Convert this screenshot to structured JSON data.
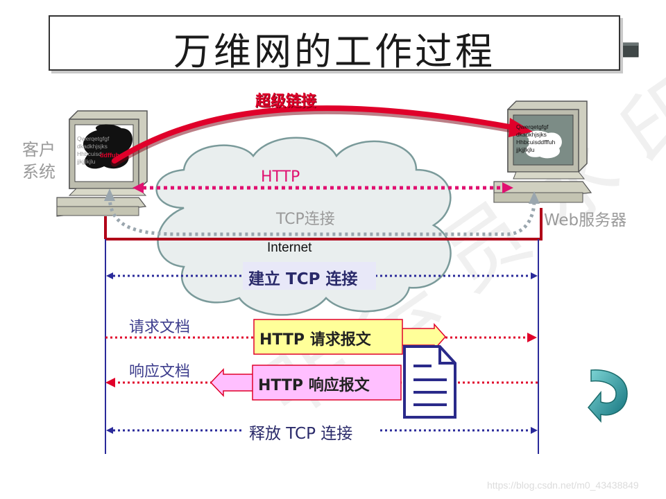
{
  "title": "万维网的工作过程",
  "client_label_line1": "客户",
  "client_label_line2": "系统",
  "server_label": "Web服务器",
  "hyperlink_label": "超级链接",
  "http_label": "HTTP",
  "tcp_conn_label": "TCP连接",
  "internet_label": "Internet",
  "establish_label": "建立 TCP 连接",
  "request_doc_label": "请求文档",
  "request_msg_label": "HTTP 请求报文",
  "response_doc_label": "响应文档",
  "response_msg_label": "HTTP 响应报文",
  "release_label": "释放 TCP 连接",
  "client_screen_text": "Qwerqetgfgf\ndkadkhjsjks\nHhbcuisd\njjkjjlkjlu",
  "client_screen_highlight": "ddffuh",
  "server_screen_text": "Qwerqetgfgf\ndkadkhjsjks\nHhbcuisddfffuh\njjkjjlkjlu",
  "watermark_text": "https://blog.csdn.net/m0_43438849",
  "colors": {
    "red": "#e0002a",
    "navy": "#2a2a9a",
    "gray_arrow": "#9aa6ae",
    "cloud_fill": "#e9eeee",
    "cloud_stroke": "#7a9a9a",
    "request_box": "#ffff99",
    "response_box": "#ffbfff",
    "teal": "#1f8a8a"
  },
  "icons": [
    "back-arrow-icon",
    "document-icon",
    "return-arrow-icon",
    "client-computer-icon",
    "server-computer-icon",
    "cloud-icon"
  ]
}
